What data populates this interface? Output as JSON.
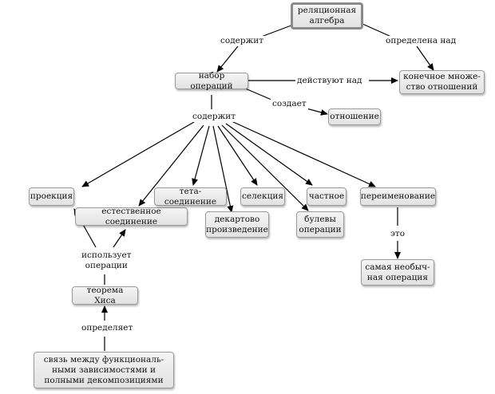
{
  "nodes": {
    "root": "реляционная\nалгебра",
    "op_set": "набор операций",
    "finite": "конечное множе-\nство отношений",
    "relation": "отношение",
    "projection": "проекция",
    "natural_join": "естественное соединение",
    "theta_join": "тета-соединение",
    "cartesian": "декартово\nпроизведение",
    "selection": "селекция",
    "boolean": "булевы\nоперации",
    "quotient": "частное",
    "rename": "переименование",
    "unusual": "самая необыч-\nная операция",
    "heath": "теорема Хиса",
    "fd_link": "связь между функциональ-\nными зависимостями и\nполными декомпозициями"
  },
  "edge_labels": {
    "contains_top": "содержит",
    "defined_over": "определена над",
    "acts_on": "действуют над",
    "creates": "создает",
    "contains_mid": "содержит",
    "uses_ops": "использует\nоперации",
    "is": "это",
    "defines": "определяет"
  }
}
